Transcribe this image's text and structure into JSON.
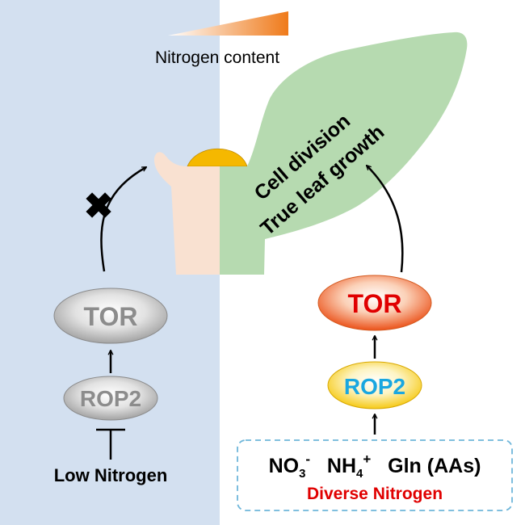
{
  "legend": {
    "label": "Nitrogen content"
  },
  "leaf": {
    "line1": "Cell division",
    "line2": "True leaf growth"
  },
  "left_pathway": {
    "tor": "TOR",
    "rop2": "ROP2",
    "input": "Low Nitrogen"
  },
  "right_pathway": {
    "tor": "TOR",
    "rop2": "ROP2",
    "sources": {
      "no3": "NO",
      "no3_sub": "3",
      "no3_sup": "-",
      "nh4": "NH",
      "nh4_sub": "4",
      "nh4_sup": "+",
      "gln": "Gln (AAs)"
    },
    "caption": "Diverse Nitrogen"
  },
  "colors": {
    "left_bg": "#d3e0f0",
    "leaf_green": "#b6dab0",
    "stem_pink": "#f9e1d1",
    "meristem_yellow": "#f5b800",
    "tor_active": "#ea4a10",
    "rop2_active_text": "#1aa7e0",
    "caption_red": "#e00000",
    "inactive_grey": "#8c8c8c"
  }
}
